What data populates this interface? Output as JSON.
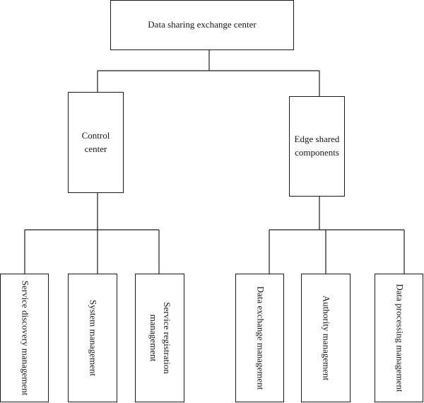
{
  "diagram": {
    "root": {
      "label": "Data sharing exchange center"
    },
    "left_branch": {
      "label": "Control center",
      "children": [
        {
          "label": "Service discovery management"
        },
        {
          "label": "System management"
        },
        {
          "label": "Service registration management"
        }
      ]
    },
    "right_branch": {
      "label": "Edge shared components",
      "children": [
        {
          "label": "Data exchange management"
        },
        {
          "label": "Authority management"
        },
        {
          "label": "Data processing management"
        }
      ]
    }
  },
  "colors": {
    "line": "#1a1a1a",
    "box_border": "#1a1a1a",
    "background": "#ffffff"
  }
}
